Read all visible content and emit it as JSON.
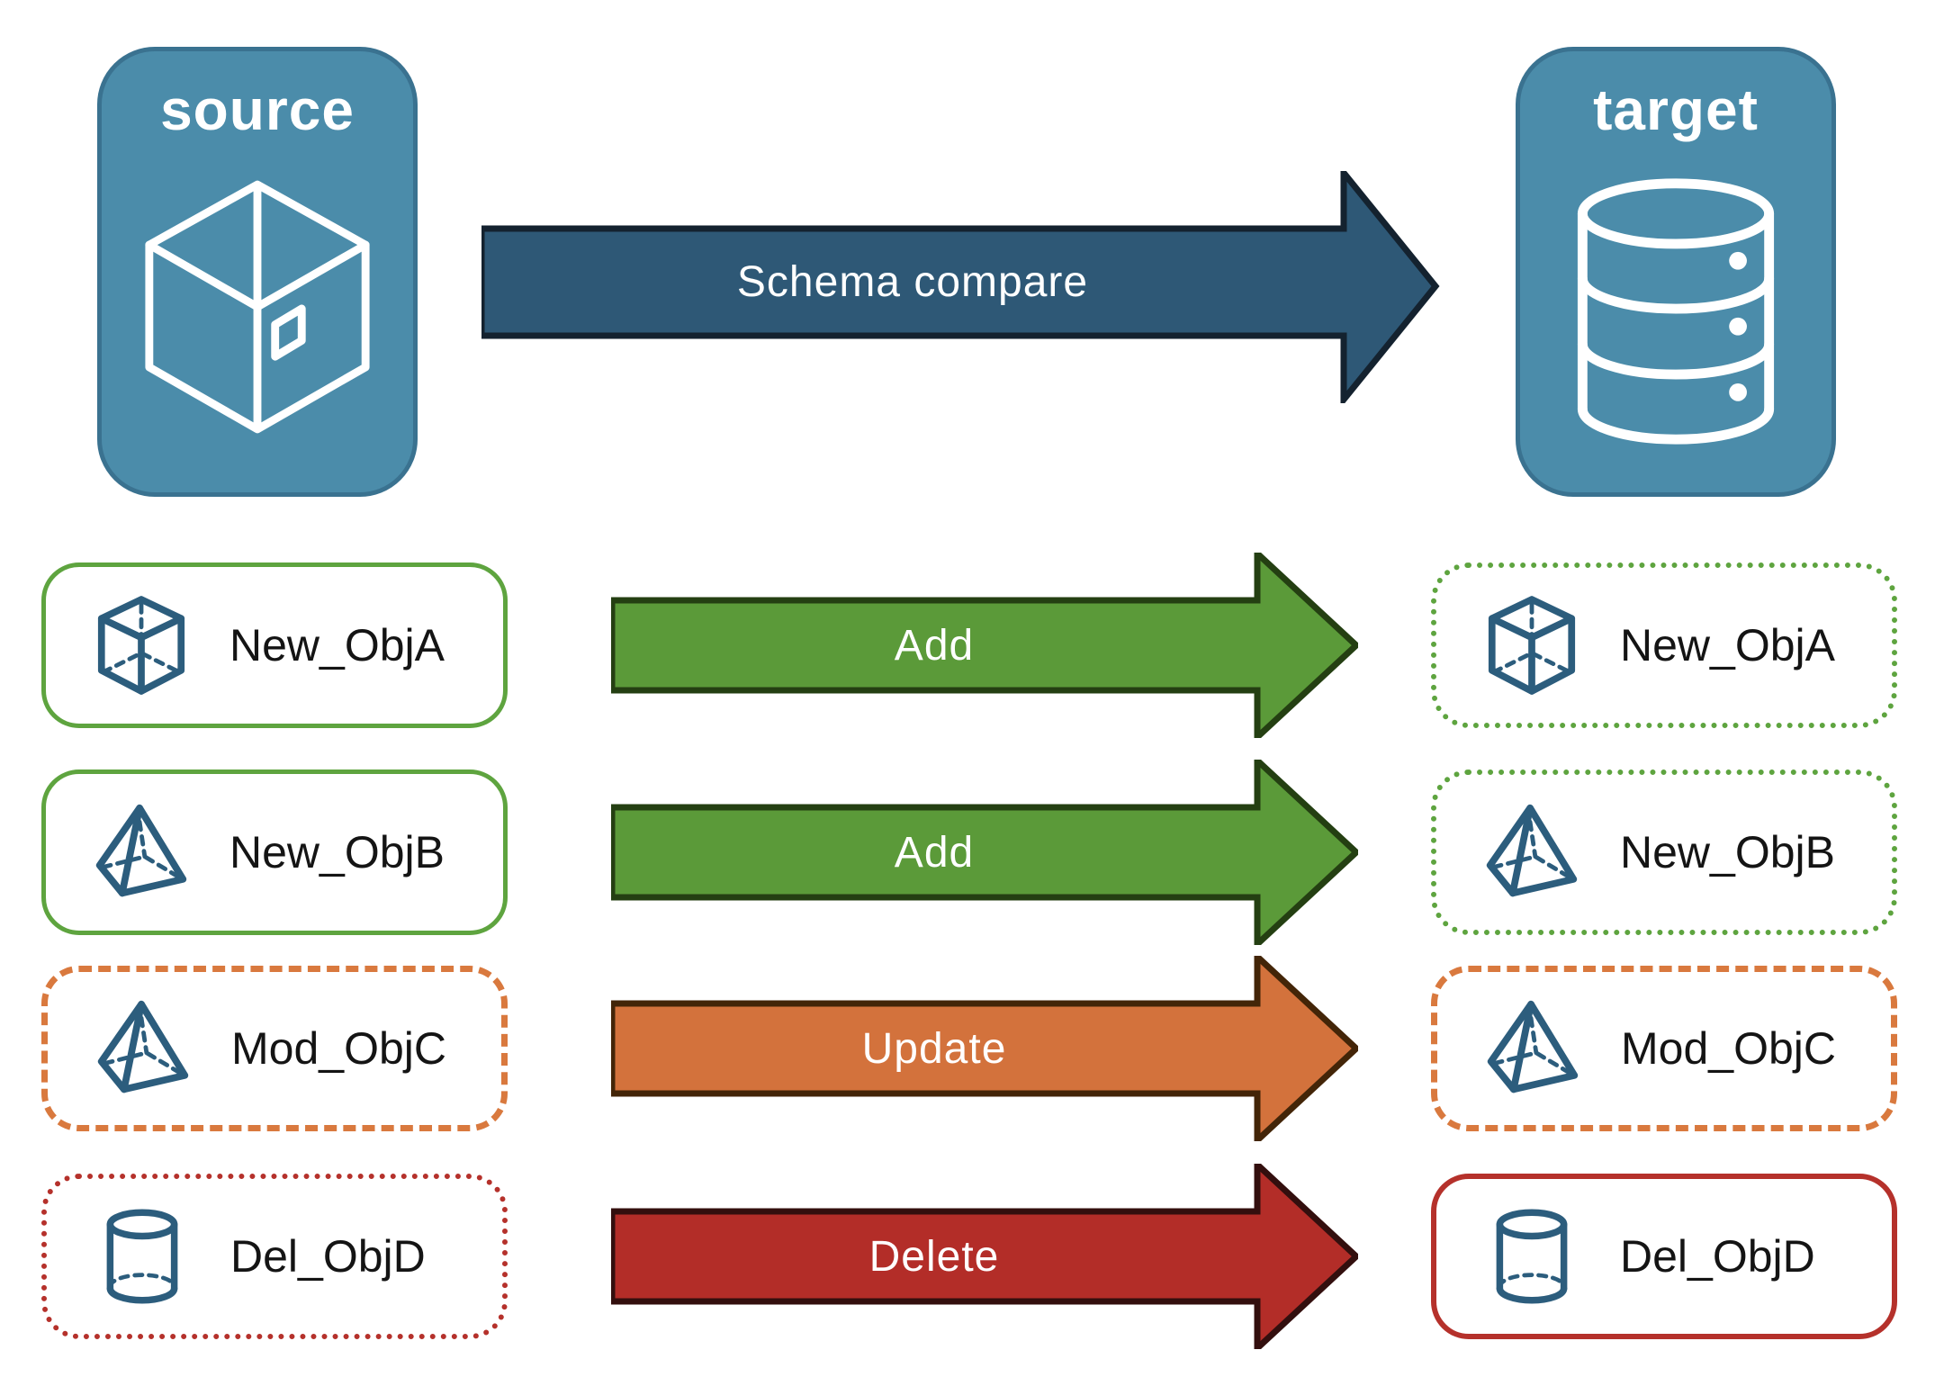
{
  "source": {
    "label": "source",
    "icon": "package-icon"
  },
  "target": {
    "label": "target",
    "icon": "database-icon"
  },
  "compare_arrow": {
    "label": "Schema compare"
  },
  "rows": [
    {
      "object": "New_ObjA",
      "action": "Add",
      "icon": "cube-icon"
    },
    {
      "object": "New_ObjB",
      "action": "Add",
      "icon": "pyramid-icon"
    },
    {
      "object": "Mod_ObjC",
      "action": "Update",
      "icon": "pyramid-icon"
    },
    {
      "object": "Del_ObjD",
      "action": "Delete",
      "icon": "cylinder-icon"
    }
  ],
  "colors": {
    "box-blue": "#4b8caa",
    "box-blue-border": "#3a7290",
    "navy-fill": "#2e5876",
    "navy-stroke": "#14222f",
    "green-fill": "#5b9a39",
    "green-stroke": "#243f12",
    "green-border": "#5ea43f",
    "orange-fill": "#d3723c",
    "orange-stroke": "#432508",
    "orange-border": "#d9793e",
    "red-fill": "#b32d28",
    "red-stroke": "#330f0e",
    "red-border": "#b5312b",
    "icon-blue": "#2c5d7d",
    "label-dark": "#141414"
  }
}
